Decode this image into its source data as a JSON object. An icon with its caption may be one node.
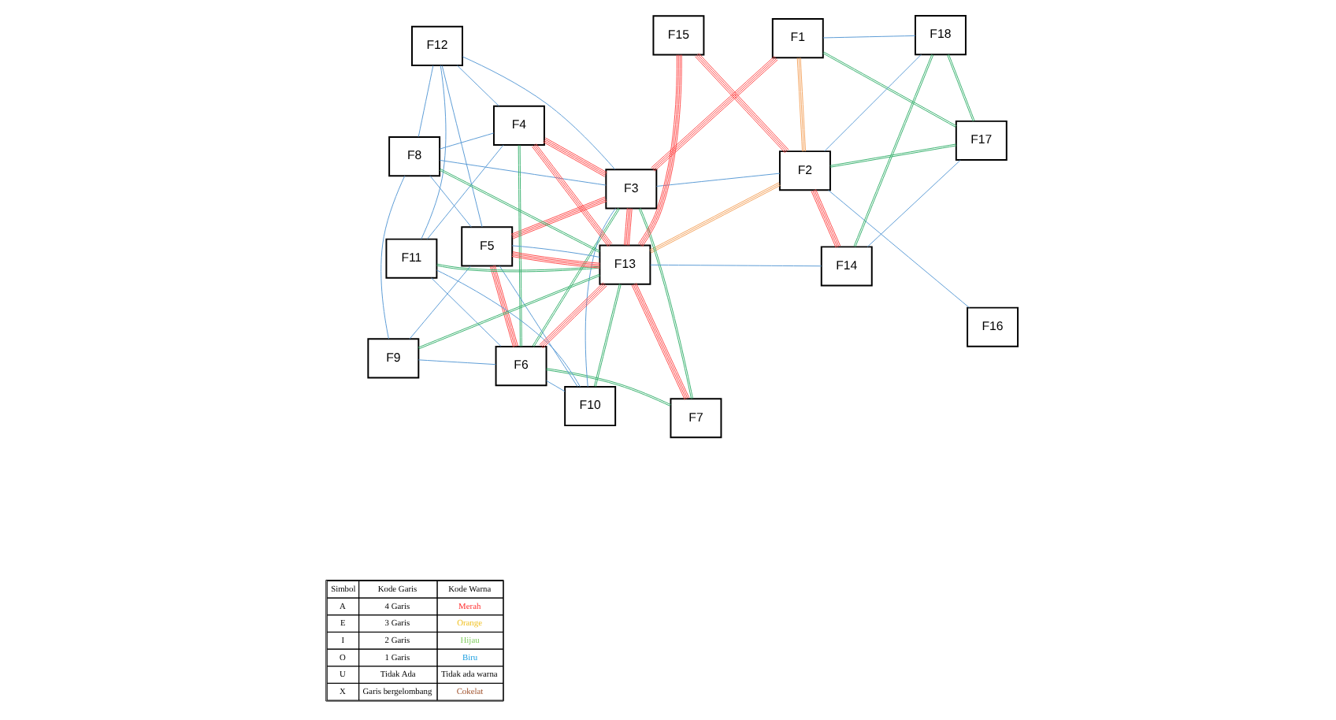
{
  "diagram": {
    "nodes": [
      {
        "text": [
          "F1"
        ]
      },
      {
        "text": [
          "F2"
        ]
      },
      {
        "text": [
          "F3"
        ]
      },
      {
        "text": [
          "F4"
        ]
      },
      {
        "text": [
          "F5"
        ]
      },
      {
        "text": [
          "F6"
        ]
      },
      {
        "text": [
          "F7"
        ]
      },
      {
        "text": [
          "F8"
        ]
      },
      {
        "text": [
          "F9"
        ]
      },
      {
        "text": [
          "F10"
        ]
      },
      {
        "text": [
          "F11"
        ]
      },
      {
        "text": [
          "F12"
        ]
      },
      {
        "text": [
          "F13"
        ]
      },
      {
        "text": [
          "F14"
        ]
      },
      {
        "text": [
          "F15"
        ]
      },
      {
        "text": [
          "F16"
        ]
      },
      {
        "text": [
          "F17"
        ]
      },
      {
        "text": [
          "F18"
        ]
      }
    ],
    "edges": [
      {
        "from": 0,
        "to": 2,
        "arrow": "none",
        "color": "#ff4b4b"
      },
      {
        "from": 1,
        "to": 13,
        "arrow": "none",
        "color": "#ff4b4b"
      },
      {
        "from": 1,
        "to": 14,
        "arrow": "none",
        "color": "#ff4b4b"
      },
      {
        "from": 12,
        "to": 14,
        "arrow": "none",
        "color": "#ff4b4b"
      },
      {
        "from": 12,
        "to": 2,
        "arrow": "none",
        "color": "#ff4b4b"
      },
      {
        "from": 12,
        "to": 6,
        "arrow": "none",
        "color": "#ff4b4b"
      },
      {
        "from": 12,
        "to": 4,
        "arrow": "none",
        "color": "#ff4b4b"
      },
      {
        "from": 12,
        "to": 3,
        "arrow": "none",
        "color": "#ff4b4b"
      },
      {
        "from": 12,
        "to": 5,
        "arrow": "none",
        "color": "#ff4b4b"
      },
      {
        "from": 2,
        "to": 4,
        "arrow": "none",
        "color": "#ff4b4b"
      },
      {
        "from": 2,
        "to": 3,
        "arrow": "none",
        "color": "#ff4b4b"
      },
      {
        "from": 5,
        "to": 4,
        "arrow": "none",
        "color": "#ff4b4b"
      },
      {
        "from": 0,
        "to": 1,
        "arrow": "none",
        "color": "#f4a460"
      },
      {
        "from": 1,
        "to": 12,
        "arrow": "none",
        "color": "#f4a460"
      },
      {
        "from": 0,
        "to": 16,
        "arrow": "none",
        "color": "#3cb371"
      },
      {
        "from": 16,
        "to": 17,
        "arrow": "none",
        "color": "#3cb371"
      },
      {
        "from": 16,
        "to": 1,
        "arrow": "none",
        "color": "#3cb371"
      },
      {
        "from": 17,
        "to": 13,
        "arrow": "none",
        "color": "#3cb371"
      },
      {
        "from": 9,
        "to": 12,
        "arrow": "none",
        "color": "#3cb371"
      },
      {
        "from": 10,
        "to": 12,
        "arrow": "none",
        "color": "#3cb371"
      },
      {
        "from": 2,
        "to": 6,
        "arrow": "none",
        "color": "#3cb371"
      },
      {
        "from": 2,
        "to": 5,
        "arrow": "none",
        "color": "#3cb371"
      },
      {
        "from": 12,
        "to": 7,
        "arrow": "none",
        "color": "#3cb371"
      },
      {
        "from": 12,
        "to": 8,
        "arrow": "none",
        "color": "#3cb371"
      },
      {
        "from": 5,
        "to": 6,
        "arrow": "none",
        "color": "#3cb371"
      },
      {
        "from": 5,
        "to": 3,
        "arrow": "none",
        "color": "#3cb371"
      },
      {
        "from": 9,
        "to": 10,
        "arrow": "none"
      },
      {
        "from": 10,
        "to": 11,
        "arrow": "none"
      },
      {
        "from": 16,
        "to": 13,
        "arrow": "none"
      },
      {
        "from": 0,
        "to": 17,
        "arrow": "none"
      },
      {
        "from": 17,
        "to": 1,
        "arrow": "none"
      },
      {
        "from": 1,
        "to": 15,
        "arrow": "none"
      },
      {
        "from": 13,
        "to": 12,
        "arrow": "none"
      },
      {
        "from": 1,
        "to": 2,
        "arrow": "none"
      },
      {
        "from": 9,
        "to": 2,
        "arrow": "none"
      },
      {
        "from": 9,
        "to": 5,
        "arrow": "none"
      },
      {
        "from": 9,
        "to": 4,
        "arrow": "none"
      },
      {
        "from": 10,
        "to": 5,
        "arrow": "none"
      },
      {
        "from": 10,
        "to": 3,
        "arrow": "none"
      },
      {
        "from": 11,
        "to": 2,
        "arrow": "none"
      },
      {
        "from": 11,
        "to": 4,
        "arrow": "none"
      },
      {
        "from": 11,
        "to": 3,
        "arrow": "none"
      },
      {
        "from": 11,
        "to": 7,
        "arrow": "none"
      },
      {
        "from": 2,
        "to": 7,
        "arrow": "none"
      },
      {
        "from": 7,
        "to": 8,
        "arrow": "none"
      },
      {
        "from": 7,
        "to": 4,
        "arrow": "none"
      },
      {
        "from": 7,
        "to": 3,
        "arrow": "none"
      },
      {
        "from": 8,
        "to": 4,
        "arrow": "none"
      },
      {
        "from": 8,
        "to": 5,
        "arrow": "none"
      },
      {
        "from": 12,
        "to": 4,
        "arrow": "none"
      }
    ],
    "labels": [
      "Simbol",
      "Kode Garis",
      "Kode Warna",
      "A",
      "4 Garis",
      "Merah",
      "E",
      "3 Garis",
      "Orange",
      "I",
      "2 Garis",
      "Hijau",
      "O",
      "1 Garis",
      "Biru",
      "U",
      "Tidak Ada",
      "Tidak ada warna",
      "X",
      "Garis bergelombang",
      "Cokelat"
    ]
  }
}
